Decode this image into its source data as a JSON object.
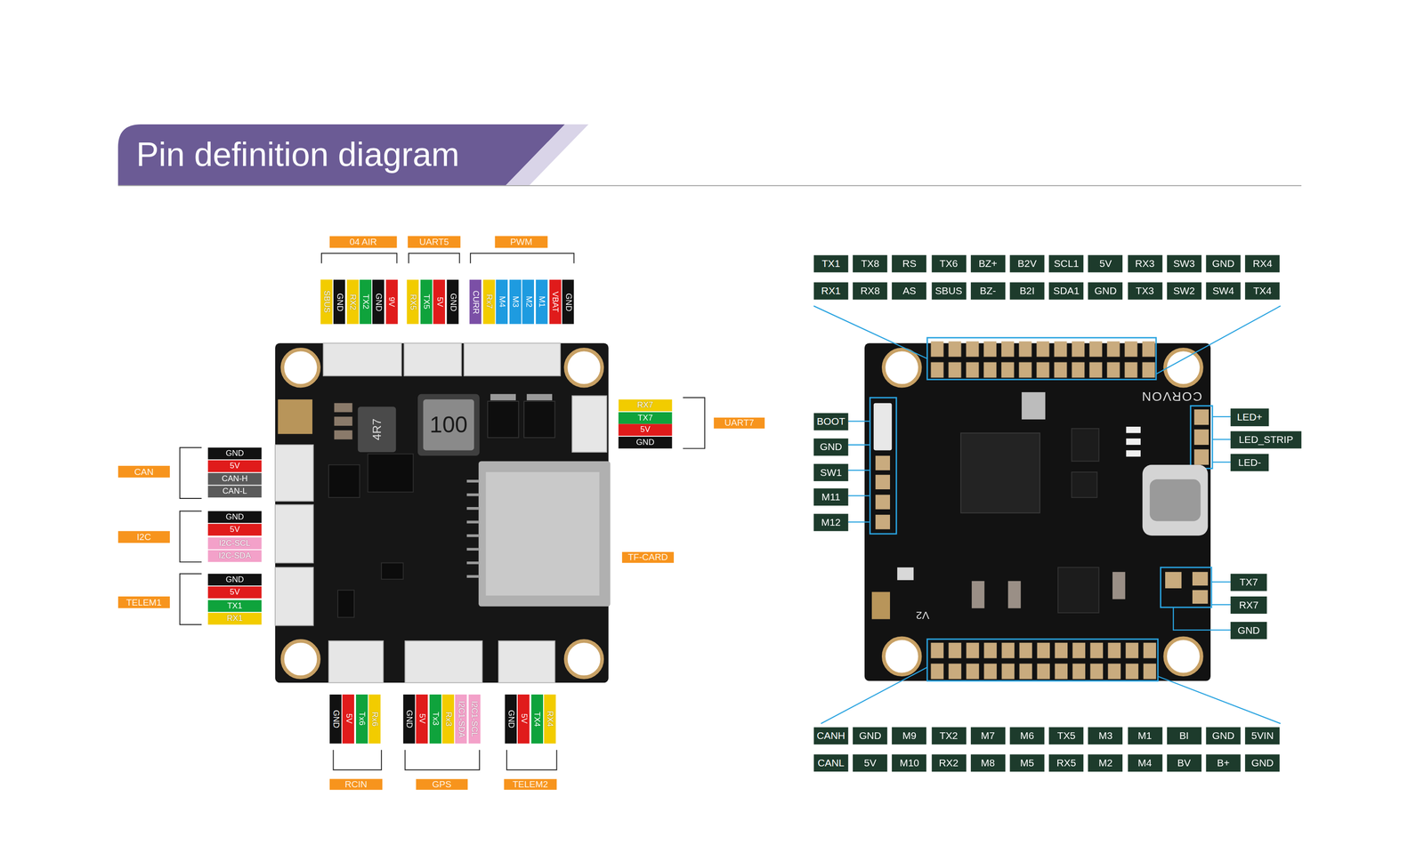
{
  "diagram": {
    "title": "Pin definition diagram",
    "nodes": [
      {
        "text": [
          "04 AIR"
        ]
      },
      {
        "text": [
          "UART5"
        ]
      },
      {
        "text": [
          "PWM"
        ]
      },
      {
        "text": [
          "SBUS"
        ]
      },
      {
        "text": [
          "GND"
        ]
      },
      {
        "text": [
          "RX2"
        ]
      },
      {
        "text": [
          "TX2"
        ]
      },
      {
        "text": [
          "GND"
        ]
      },
      {
        "text": [
          "9V"
        ]
      },
      {
        "text": [
          "RX5"
        ]
      },
      {
        "text": [
          "TX5"
        ]
      },
      {
        "text": [
          "5V"
        ]
      },
      {
        "text": [
          "GND"
        ]
      },
      {
        "text": [
          "CURR"
        ]
      },
      {
        "text": [
          "Rx7"
        ]
      },
      {
        "text": [
          "M4"
        ]
      },
      {
        "text": [
          "M3"
        ]
      },
      {
        "text": [
          "M2"
        ]
      },
      {
        "text": [
          "M1"
        ]
      },
      {
        "text": [
          "VBAT"
        ]
      },
      {
        "text": [
          "GND"
        ]
      },
      {
        "text": [
          "RX7"
        ]
      },
      {
        "text": [
          "TX7"
        ]
      },
      {
        "text": [
          "5V"
        ]
      },
      {
        "text": [
          "GND"
        ]
      },
      {
        "text": [
          "UART7"
        ]
      },
      {
        "text": [
          "CAN"
        ]
      },
      {
        "text": [
          "GND"
        ]
      },
      {
        "text": [
          "5V"
        ]
      },
      {
        "text": [
          "CAN-H"
        ]
      },
      {
        "text": [
          "CAN-L"
        ]
      },
      {
        "text": [
          "I2C"
        ]
      },
      {
        "text": [
          "GND"
        ]
      },
      {
        "text": [
          "5V"
        ]
      },
      {
        "text": [
          "I2C-SCL"
        ]
      },
      {
        "text": [
          "I2C-SDA"
        ]
      },
      {
        "text": [
          "TELEM1"
        ]
      },
      {
        "text": [
          "GND"
        ]
      },
      {
        "text": [
          "5V"
        ]
      },
      {
        "text": [
          "TX1"
        ]
      },
      {
        "text": [
          "RX1"
        ]
      },
      {
        "text": [
          "TF-CARD"
        ]
      },
      {
        "text": [
          "GND"
        ]
      },
      {
        "text": [
          "5V"
        ]
      },
      {
        "text": [
          "Tx6"
        ]
      },
      {
        "text": [
          "Rx6"
        ]
      },
      {
        "text": [
          "GND"
        ]
      },
      {
        "text": [
          "5V"
        ]
      },
      {
        "text": [
          "Tx3"
        ]
      },
      {
        "text": [
          "Rx3"
        ]
      },
      {
        "text": [
          "I2C1-SDA"
        ]
      },
      {
        "text": [
          "I2C1-SCL"
        ]
      },
      {
        "text": [
          "GND"
        ]
      },
      {
        "text": [
          "5V"
        ]
      },
      {
        "text": [
          "TX4"
        ]
      },
      {
        "text": [
          "RX4"
        ]
      },
      {
        "text": [
          "RCIN"
        ]
      },
      {
        "text": [
          "GPS"
        ]
      },
      {
        "text": [
          "TELEM2"
        ]
      },
      {
        "text": [
          "TX1"
        ]
      },
      {
        "text": [
          "TX8"
        ]
      },
      {
        "text": [
          "RS"
        ]
      },
      {
        "text": [
          "TX6"
        ]
      },
      {
        "text": [
          "BZ+"
        ]
      },
      {
        "text": [
          "B2V"
        ]
      },
      {
        "text": [
          "SCL1"
        ]
      },
      {
        "text": [
          "5V"
        ]
      },
      {
        "text": [
          "RX3"
        ]
      },
      {
        "text": [
          "SW3"
        ]
      },
      {
        "text": [
          "GND"
        ]
      },
      {
        "text": [
          "RX4"
        ]
      },
      {
        "text": [
          "RX1"
        ]
      },
      {
        "text": [
          "RX8"
        ]
      },
      {
        "text": [
          "AS"
        ]
      },
      {
        "text": [
          "SBUS"
        ]
      },
      {
        "text": [
          "BZ-"
        ]
      },
      {
        "text": [
          "B2I"
        ]
      },
      {
        "text": [
          "SDA1"
        ]
      },
      {
        "text": [
          "GND"
        ]
      },
      {
        "text": [
          "TX3"
        ]
      },
      {
        "text": [
          "SW2"
        ]
      },
      {
        "text": [
          "SW4"
        ]
      },
      {
        "text": [
          "TX4"
        ]
      },
      {
        "text": [
          "BOOT"
        ]
      },
      {
        "text": [
          "GND"
        ]
      },
      {
        "text": [
          "SW1"
        ]
      },
      {
        "text": [
          "M11"
        ]
      },
      {
        "text": [
          "M12"
        ]
      },
      {
        "text": [
          "LED+"
        ]
      },
      {
        "text": [
          "LED_STRIP"
        ]
      },
      {
        "text": [
          "LED-"
        ]
      },
      {
        "text": [
          "TX7"
        ]
      },
      {
        "text": [
          "RX7"
        ]
      },
      {
        "text": [
          "GND"
        ]
      },
      {
        "text": [
          "CANH"
        ]
      },
      {
        "text": [
          "GND"
        ]
      },
      {
        "text": [
          "M9"
        ]
      },
      {
        "text": [
          "TX2"
        ]
      },
      {
        "text": [
          "M7"
        ]
      },
      {
        "text": [
          "M6"
        ]
      },
      {
        "text": [
          "TX5"
        ]
      },
      {
        "text": [
          "M3"
        ]
      },
      {
        "text": [
          "M1"
        ]
      },
      {
        "text": [
          "BI"
        ]
      },
      {
        "text": [
          "GND"
        ]
      },
      {
        "text": [
          "5VIN"
        ]
      },
      {
        "text": [
          "CANL"
        ]
      },
      {
        "text": [
          "5V"
        ]
      },
      {
        "text": [
          "M10"
        ]
      },
      {
        "text": [
          "RX2"
        ]
      },
      {
        "text": [
          "M8"
        ]
      },
      {
        "text": [
          "M5"
        ]
      },
      {
        "text": [
          "RX5"
        ]
      },
      {
        "text": [
          "M2"
        ]
      },
      {
        "text": [
          "M4"
        ]
      },
      {
        "text": [
          "BV"
        ]
      },
      {
        "text": [
          "B+"
        ]
      },
      {
        "text": [
          "GND"
        ]
      }
    ],
    "labels": [
      "4R7",
      "100",
      "CORVON",
      "V2"
    ]
  }
}
